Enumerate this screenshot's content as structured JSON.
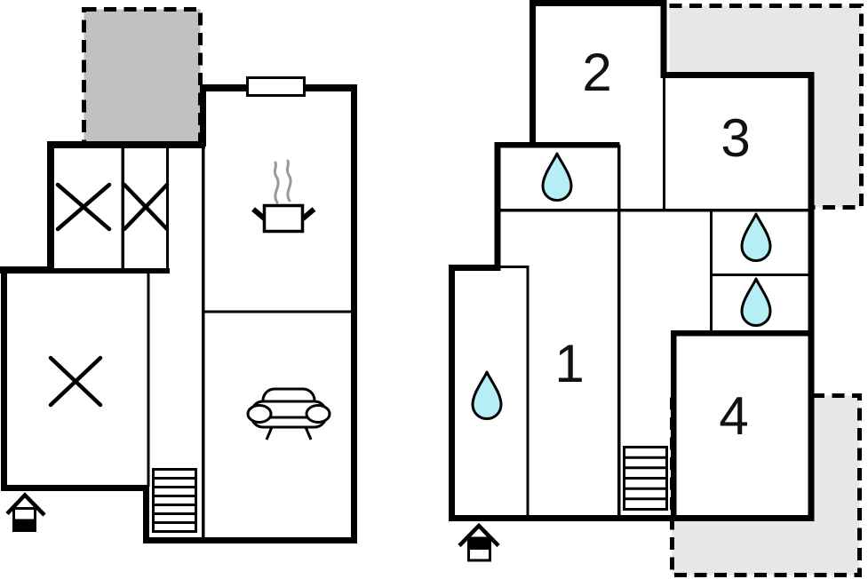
{
  "title": "Two-storey holiday home floor plan",
  "colors": {
    "background": "#ffffff",
    "wall": "#000000",
    "ground_floor_terrace_gray": "#c1c1c1",
    "upper_floor_terrace_gray": "#e7e7e7",
    "water_drop_fill": "#b5eef5",
    "steam_gray": "#999999",
    "room_number_color": "#111111"
  },
  "ground_floor": {
    "plan_label": "ground-floor-plan",
    "terrace_area_count": 1,
    "wardrobe_cross_count": 3,
    "stair_tread_count": 7,
    "entrance_marker_fill": "bottom-half-black",
    "icons": [
      "window-icon",
      "stove-pot-icon",
      "steam-icon",
      "wardrobe-x-icon",
      "sofa-icon",
      "stairs-icon",
      "entrance-house-icon"
    ]
  },
  "upper_floor": {
    "plan_label": "upper-floor-plan",
    "rooms": [
      {
        "number": "1"
      },
      {
        "number": "2"
      },
      {
        "number": "3"
      },
      {
        "number": "4"
      }
    ],
    "water_drop_count": 4,
    "terrace_area_count": 2,
    "stair_tread_count": 6,
    "entrance_marker_fill": "top-half-black",
    "icons": [
      "water-drop-icon",
      "stairs-icon",
      "entrance-house-icon"
    ]
  }
}
